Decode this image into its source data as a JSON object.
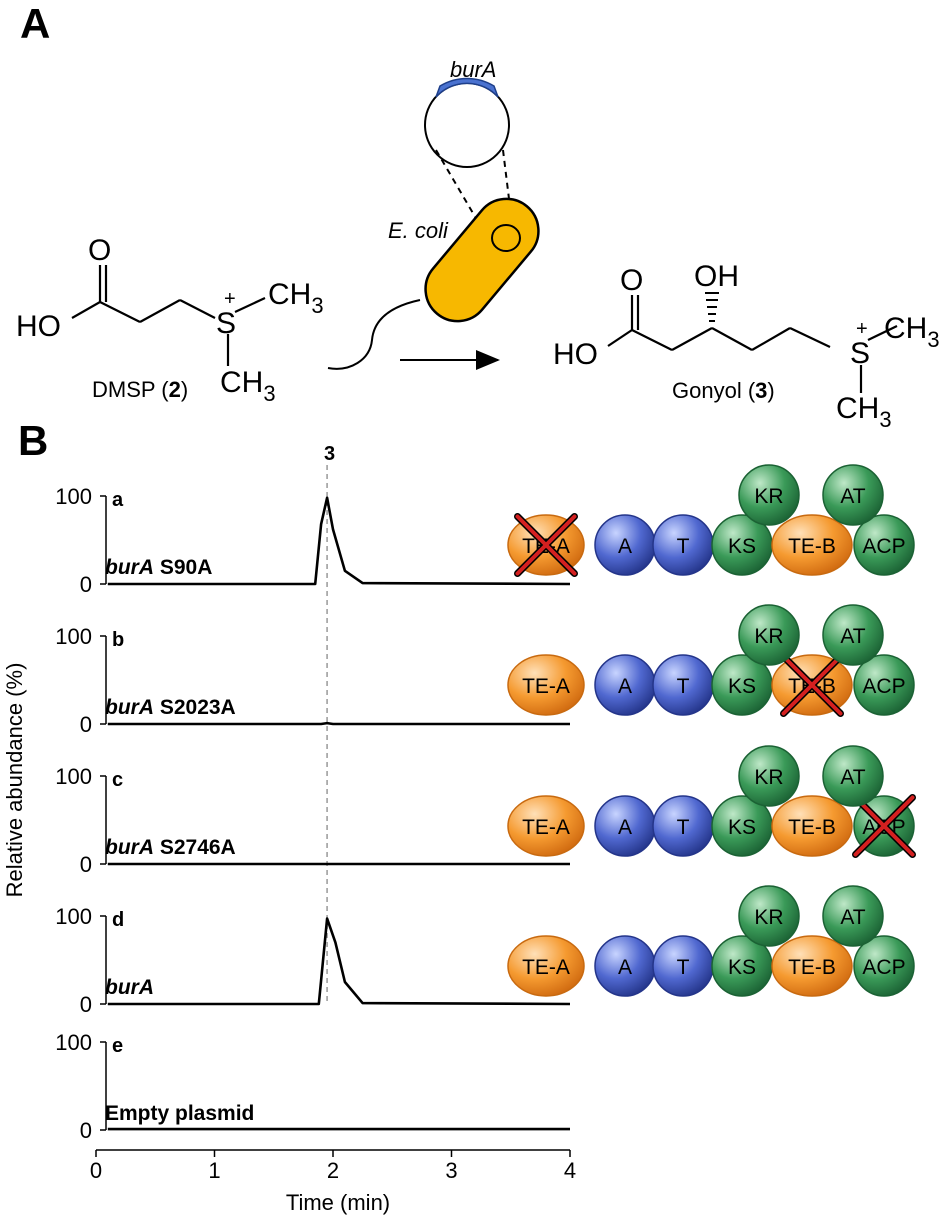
{
  "panel_a": {
    "label": "A",
    "plasmid_gene": "burA",
    "host": "E. coli",
    "substrate": {
      "name": "DMSP (",
      "num": "2",
      "close": ")"
    },
    "product": {
      "name": "Gonyol (",
      "num": "3",
      "close": ")"
    },
    "chem": {
      "O": "O",
      "HO": "HO",
      "OH": "OH",
      "S": "S",
      "plus": "+",
      "CH": "CH",
      "sub3": "3"
    }
  },
  "panel_b": {
    "label": "B",
    "peak_label": "3",
    "ylabel": "Relative abundance (%)",
    "xlabel": "Time (min)",
    "x_ticks": [
      "0",
      "1",
      "2",
      "3",
      "4"
    ],
    "y_ticks": [
      "100",
      "0"
    ],
    "domains": [
      "TE-A",
      "A",
      "T",
      "KS",
      "TE-B",
      "ACP",
      "KR",
      "AT"
    ],
    "colors": {
      "te": "#f28a1e",
      "adenylation": "#3a54b8",
      "pks": "#2a8a4a",
      "cross": "#d42020"
    }
  },
  "chart_data": [
    {
      "type": "line",
      "panel": "a",
      "series": [
        {
          "name": "burA S90A",
          "x": [
            0.1,
            1.85,
            1.9,
            1.95,
            2.0,
            2.1,
            2.25,
            4.0
          ],
          "y": [
            0,
            0,
            68,
            98,
            62,
            15,
            1,
            0
          ]
        }
      ],
      "knocked_out": "TE-A",
      "xlim": [
        0,
        4
      ],
      "ylim": [
        0,
        100
      ]
    },
    {
      "type": "line",
      "panel": "b",
      "series": [
        {
          "name": "burA S2023A",
          "x": [
            0.1,
            1.9,
            1.95,
            2.0,
            4.0
          ],
          "y": [
            0,
            0,
            1,
            0,
            0
          ]
        }
      ],
      "knocked_out": "TE-B",
      "xlim": [
        0,
        4
      ],
      "ylim": [
        0,
        100
      ]
    },
    {
      "type": "line",
      "panel": "c",
      "series": [
        {
          "name": "burA S2746A",
          "x": [
            0.1,
            4.0
          ],
          "y": [
            0,
            0
          ]
        }
      ],
      "knocked_out": "ACP",
      "xlim": [
        0,
        4
      ],
      "ylim": [
        0,
        100
      ]
    },
    {
      "type": "line",
      "panel": "d",
      "series": [
        {
          "name": "burA",
          "x": [
            0.1,
            1.88,
            1.95,
            2.02,
            2.1,
            2.25,
            4.0
          ],
          "y": [
            0,
            0,
            97,
            70,
            25,
            1,
            0
          ]
        }
      ],
      "knocked_out": "",
      "xlim": [
        0,
        4
      ],
      "ylim": [
        0,
        100
      ]
    },
    {
      "type": "line",
      "panel": "e",
      "series": [
        {
          "name": "Empty plasmid",
          "x": [
            0.1,
            4.0
          ],
          "y": [
            1,
            1
          ]
        }
      ],
      "knocked_out": "",
      "xlim": [
        0,
        4
      ],
      "ylim": [
        0,
        100
      ]
    }
  ]
}
